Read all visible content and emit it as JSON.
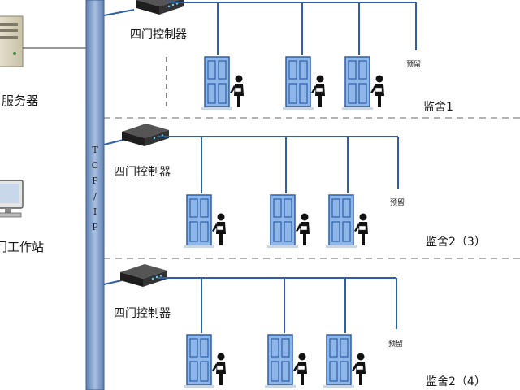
{
  "network": {
    "bus_label": "TCP/IP",
    "bus_color": "#6f8fbf",
    "line_color": "#2f5fa5"
  },
  "sidebar": {
    "server_label": "服务器",
    "workstation_label": "门工作站"
  },
  "sections": [
    {
      "controller_label": "四门控制器",
      "reserve_label": "预留",
      "zone_label": "监舍1"
    },
    {
      "controller_label": "四门控制器",
      "reserve_label": "预留",
      "zone_label": "监舍2（3）"
    },
    {
      "controller_label": "四门控制器",
      "reserve_label": "预留",
      "zone_label": "监舍2（4）"
    }
  ],
  "colors": {
    "door_fill": "#8fb6e8",
    "door_panel": "#4f86cc",
    "door_frame": "#2c5ea8",
    "controller": "#2b2b2b",
    "divider": "#666666"
  }
}
